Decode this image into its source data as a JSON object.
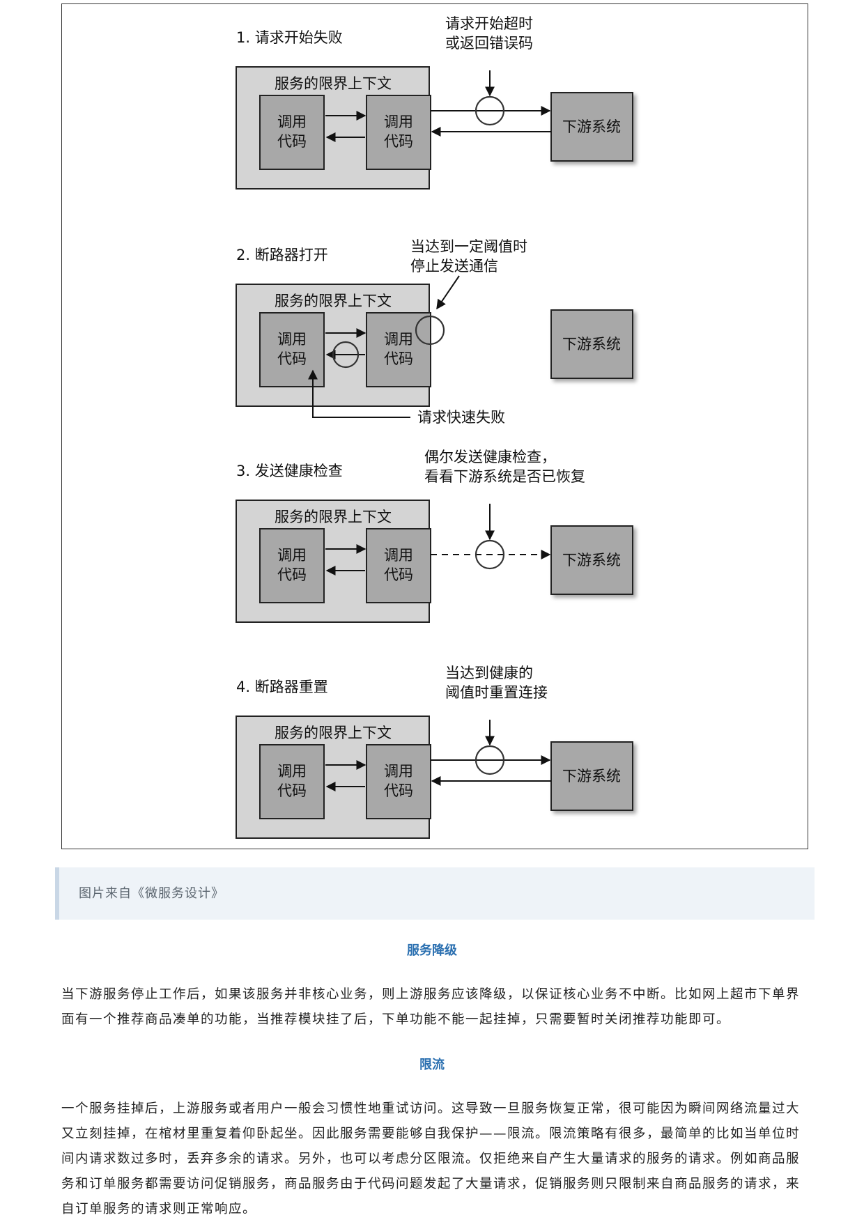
{
  "figure": {
    "panels": [
      {
        "title": "1. 请求开始失败",
        "context_label": "服务的限界上下文",
        "left_box": "调用\n代码",
        "right_box": "调用\n代码",
        "downstream": "下游系统",
        "annotation": "请求开始超时\n或返回错误码",
        "extra_annotation": ""
      },
      {
        "title": "2. 断路器打开",
        "context_label": "服务的限界上下文",
        "left_box": "调用\n代码",
        "right_box": "调用\n代码",
        "downstream": "下游系统",
        "annotation": "当达到一定阈值时\n停止发送通信",
        "extra_annotation": "请求快速失败"
      },
      {
        "title": "3. 发送健康检查",
        "context_label": "服务的限界上下文",
        "left_box": "调用\n代码",
        "right_box": "调用\n代码",
        "downstream": "下游系统",
        "annotation": "偶尔发送健康检查，\n看看下游系统是否已恢复",
        "extra_annotation": ""
      },
      {
        "title": "4. 断路器重置",
        "context_label": "服务的限界上下文",
        "left_box": "调用\n代码",
        "right_box": "调用\n代码",
        "downstream": "下游系统",
        "annotation": "当达到健康的\n阈值时重置连接",
        "extra_annotation": ""
      }
    ]
  },
  "caption": "图片来自《微服务设计》",
  "sections": [
    {
      "heading": "服务降级",
      "paragraph": "当下游服务停止工作后，如果该服务并非核心业务，则上游服务应该降级，以保证核心业务不中断。比如网上超市下单界面有一个推荐商品凑单的功能，当推荐模块挂了后，下单功能不能一起挂掉，只需要暂时关闭推荐功能即可。"
    },
    {
      "heading": "限流",
      "paragraph": "一个服务挂掉后，上游服务或者用户一般会习惯性地重试访问。这导致一旦服务恢复正常，很可能因为瞬间网络流量过大又立刻挂掉，在棺材里重复着仰卧起坐。因此服务需要能够自我保护——限流。限流策略有很多，最简单的比如当单位时间内请求数过多时，丢弃多余的请求。另外，也可以考虑分区限流。仅拒绝来自产生大量请求的服务的请求。例如商品服务和订单服务都需要访问促销服务，商品服务由于代码问题发起了大量请求，促销服务则只限制来自商品服务的请求，来自订单服务的请求则正常响应。"
    }
  ]
}
